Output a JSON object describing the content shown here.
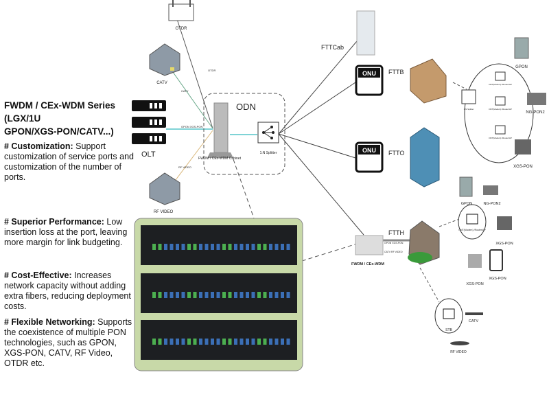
{
  "left_panel": {
    "title_line1": "FWDM / CEx-WDM Series  (LGX/1U",
    "title_line2": "GPON/XGS-PON/CATV...)",
    "features": [
      {
        "heading": "# Customization:",
        "text": " Support customization of service ports and customization of the number of ports."
      },
      {
        "heading": "# Superior Performance:",
        "text": " Low insertion loss at the port, leaving more margin for link budgeting."
      },
      {
        "heading": "# Cost-Effective:",
        "text": " Increases network capacity without adding extra fibers, reducing deployment costs."
      },
      {
        "heading": "# Flexible Networking:",
        "text": " Supports the coexistence of multiple PON technologies, such as GPON, XGS-PON, CATV, RF Video, OTDR etc."
      }
    ]
  },
  "diagram": {
    "otdr": "OTDR",
    "otdr_line": "OTDR",
    "catv": "CATV",
    "catv_line": "CATV",
    "olt": "OLT",
    "olt_line": "GPON  XGS-PON",
    "rf_video": "RF VIDEO",
    "rf_line": "RF VIDEO",
    "odn": "ODN",
    "cabinet": "FWDM / CEx-WDM Cabinet",
    "splitter": "1:N Splitter",
    "fttcab": "FTTCab",
    "onu": "ONU",
    "fttb": "FTTB",
    "ftto": "FTTO",
    "ftth": "FTTH",
    "box_label": "FWDM / CEx-WDM",
    "box_line1": "GPON  XGS-PON",
    "box_line2": "CATV  RF VIDEO",
    "inner_splitter": "1:N Splitter",
    "ont_label": "ONT(Modem) /Router/AP",
    "gpon": "GPON",
    "ngpon2": "NG-PON2",
    "xgspon": "XGS-PON",
    "stb": "STB",
    "stb_catv": "CATV",
    "stb_rf": "RF VIDEO"
  },
  "colors": {
    "fiber_cyan": "#7fd3d6",
    "catv_green": "#6aa88a",
    "rf_orange": "#d9b77a",
    "rack_bg": "#c8d9a8",
    "port_blue": "#3b6fb6",
    "port_green": "#4caf50"
  }
}
